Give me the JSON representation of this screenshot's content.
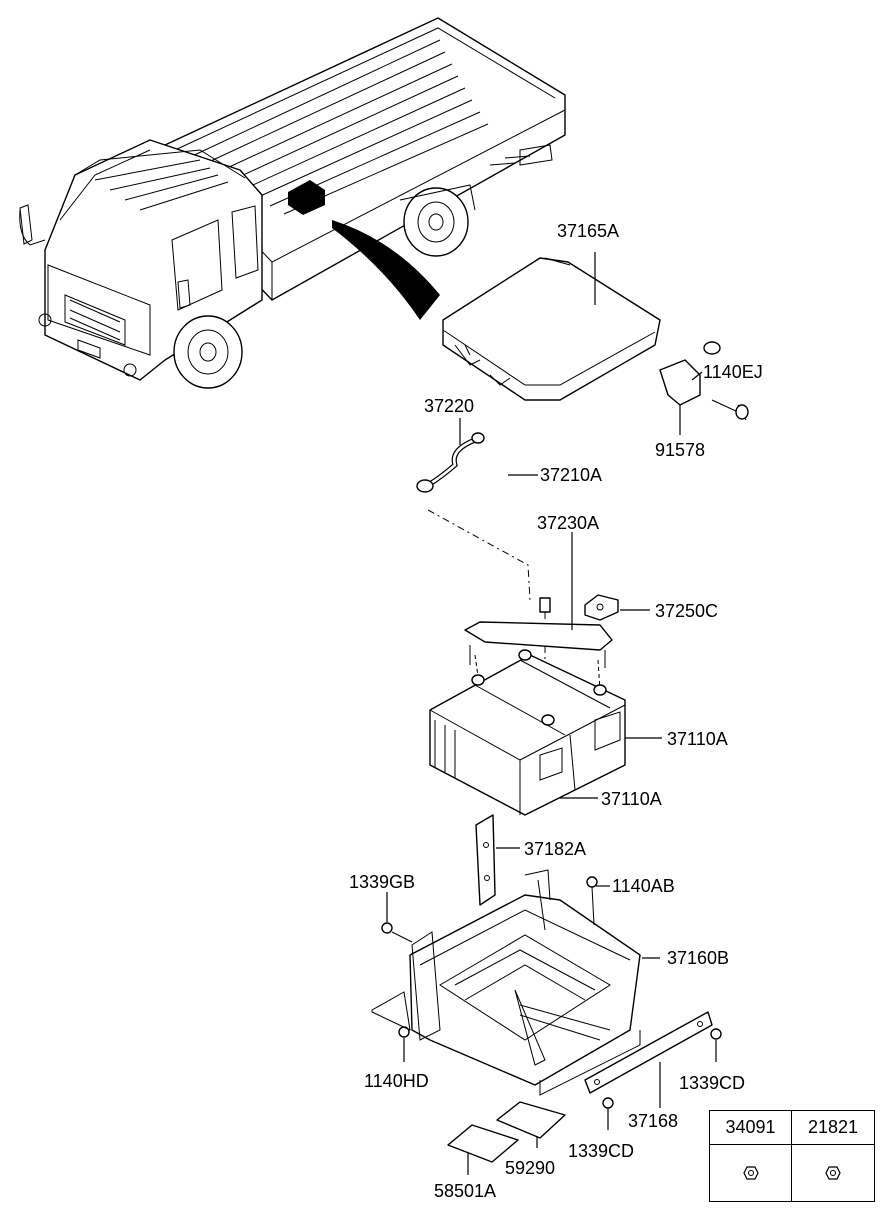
{
  "labels": {
    "l_37165A": "37165A",
    "l_1140EJ": "1140EJ",
    "l_37220": "37220",
    "l_91578": "91578",
    "l_37210A": "37210A",
    "l_37230A": "37230A",
    "l_37250C": "37250C",
    "l_37110A_1": "37110A",
    "l_37110A_2": "37110A",
    "l_37182A": "37182A",
    "l_1339GB": "1339GB",
    "l_1140AB": "1140AB",
    "l_37160B": "37160B",
    "l_1140HD": "1140HD",
    "l_1339CD_1": "1339CD",
    "l_37168": "37168",
    "l_1339CD_2": "1339CD",
    "l_59290": "59290",
    "l_58501A": "58501A"
  },
  "legend": {
    "col1": "34091",
    "col2": "21821"
  }
}
